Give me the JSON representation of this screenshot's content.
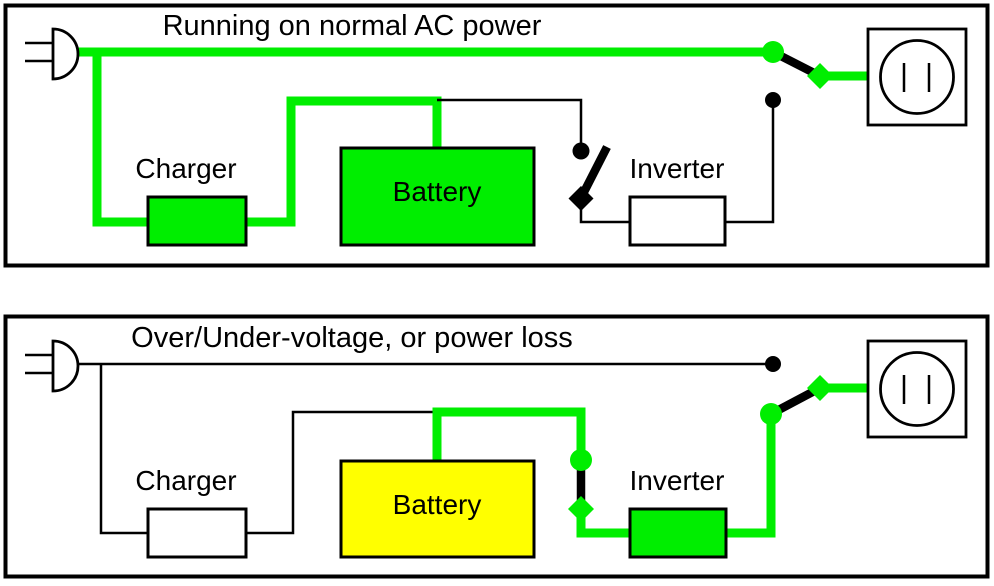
{
  "colors": {
    "active": "#00ee00",
    "inactive": "#000000",
    "standby_yellow": "#ffff00",
    "background": "#ffffff"
  },
  "panel1": {
    "title": "Running on normal AC power",
    "charger_label": "Charger",
    "battery_label": "Battery",
    "inverter_label": "Inverter",
    "charger_fill": "#00ee00",
    "battery_fill": "#00ee00",
    "inverter_fill": "#ffffff"
  },
  "panel2": {
    "title": "Over/Under-voltage, or power loss",
    "charger_label": "Charger",
    "battery_label": "Battery",
    "inverter_label": "Inverter",
    "charger_fill": "#ffffff",
    "battery_fill": "#ffff00",
    "inverter_fill": "#00ee00"
  }
}
